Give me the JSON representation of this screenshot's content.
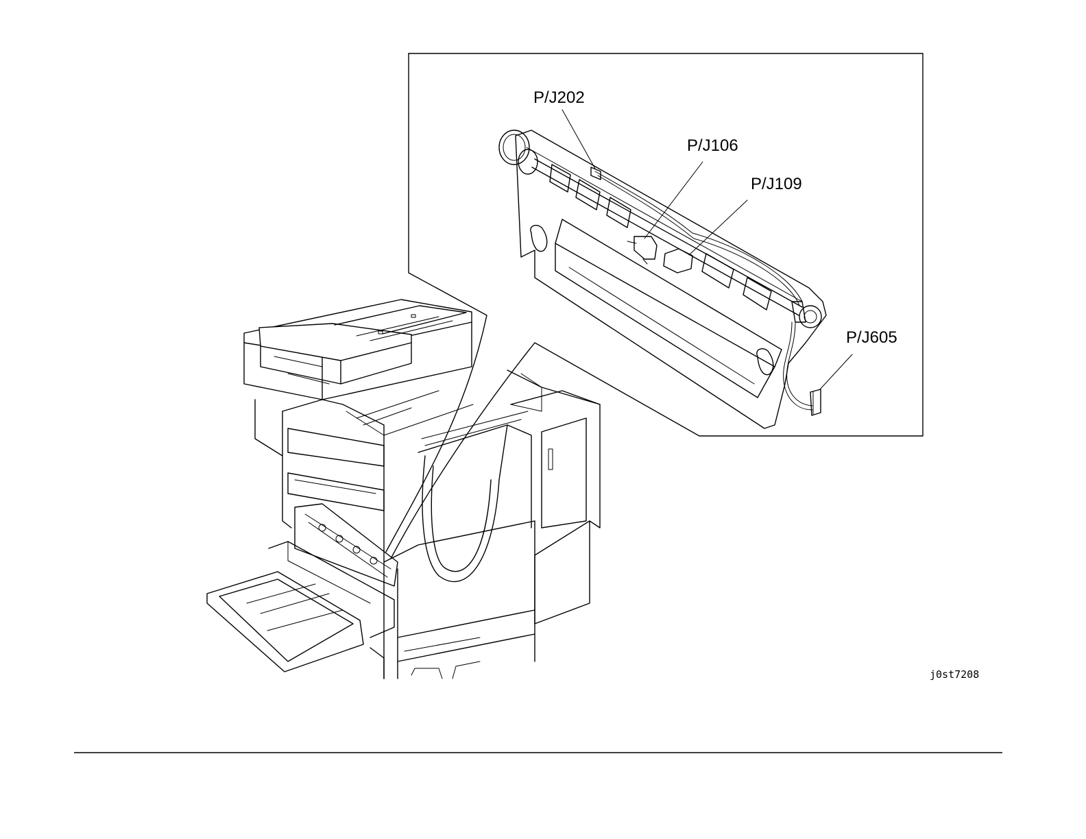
{
  "callouts": {
    "pj202": "P/J202",
    "pj106": "P/J106",
    "pj109": "P/J109",
    "pj605": "P/J605"
  },
  "figure_id": "j0st7208",
  "colors": {
    "ink": "#000000",
    "paper": "#ffffff"
  }
}
